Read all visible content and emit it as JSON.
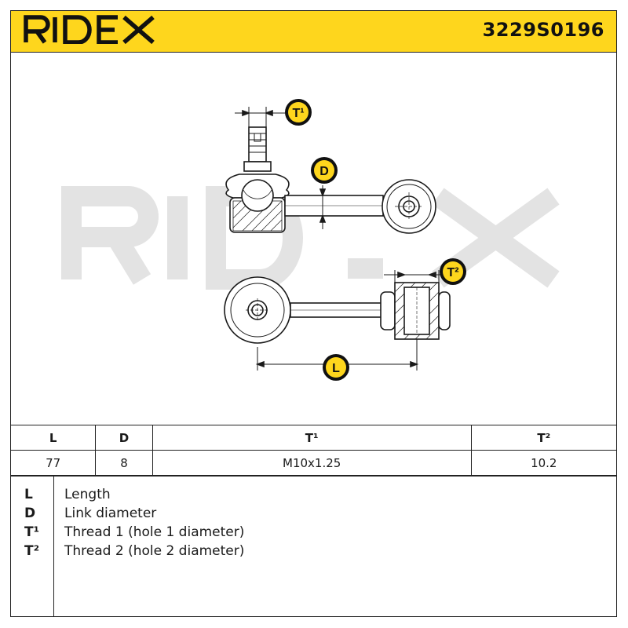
{
  "header": {
    "brand": "RIDEX",
    "part_number": "3229S0196",
    "accent_color": "#fed61d"
  },
  "drawing": {
    "watermark": "RIDEX",
    "callouts": {
      "t1": "T¹",
      "d": "D",
      "t2": "T²",
      "l": "L"
    }
  },
  "table": {
    "headers": [
      "L",
      "D",
      "T¹",
      "T²"
    ],
    "values": [
      "77",
      "8",
      "M10x1.25",
      "10.2"
    ]
  },
  "legend": [
    {
      "key": "L",
      "text": "Length"
    },
    {
      "key": "D",
      "text": "Link diameter"
    },
    {
      "key": "T¹",
      "text": "Thread 1 (hole 1 diameter)"
    },
    {
      "key": "T²",
      "text": "Thread 2 (hole 2 diameter)"
    }
  ]
}
